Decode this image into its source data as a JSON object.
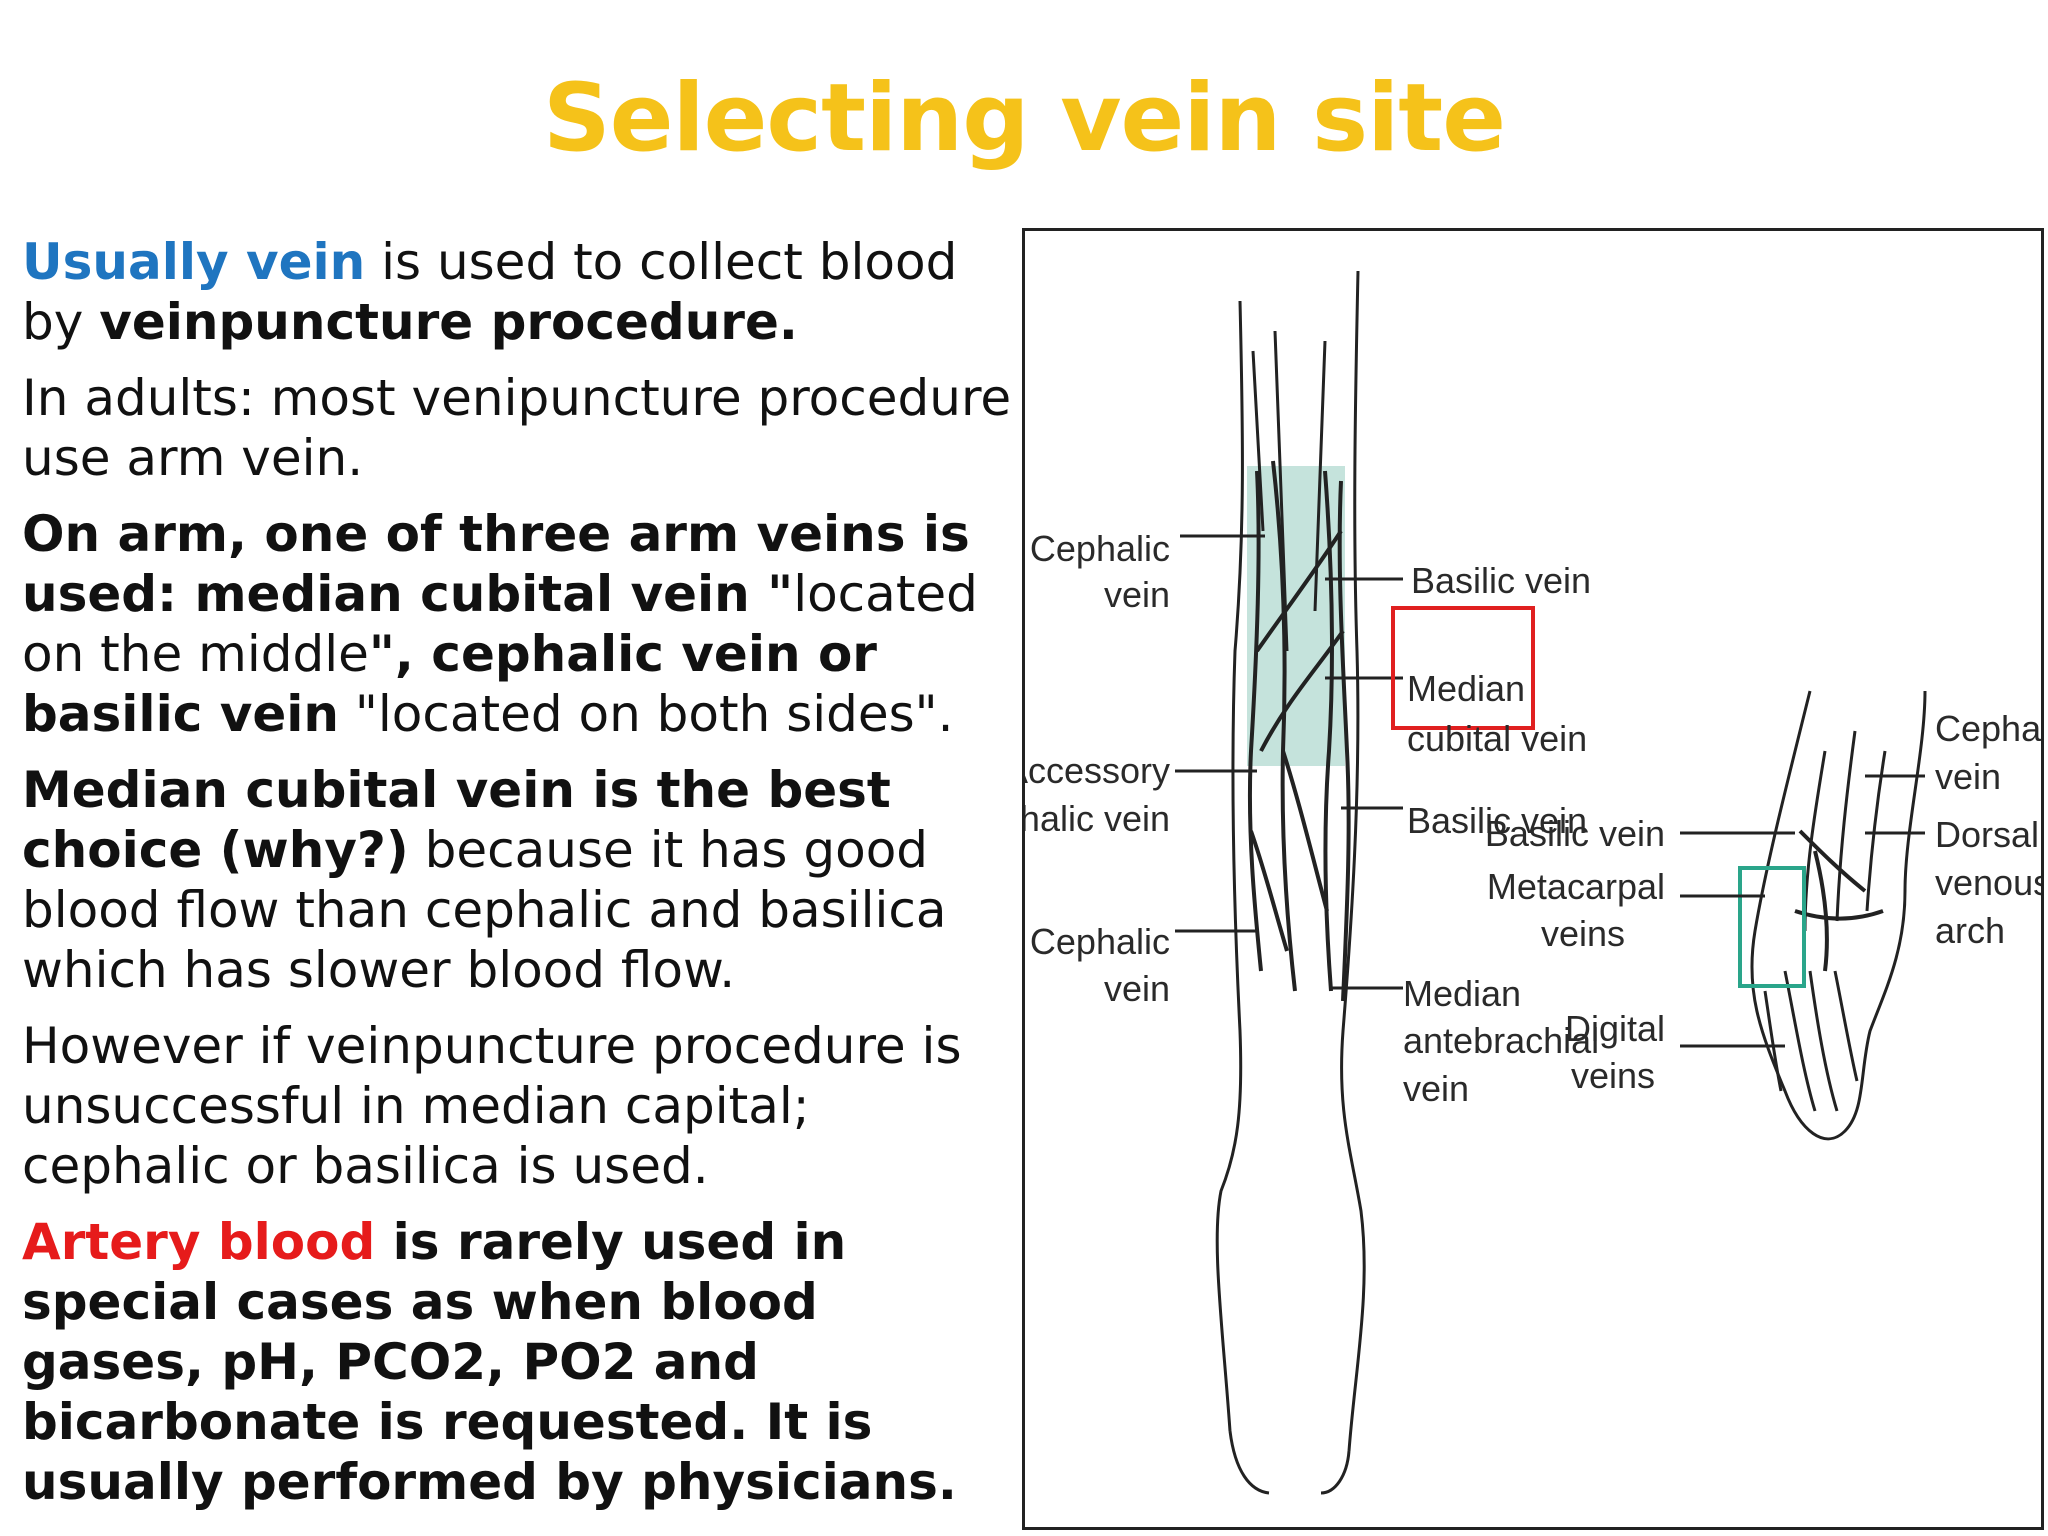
{
  "slide": {
    "title": "Selecting vein site",
    "p1": {
      "highlight": "Usually vein",
      "text1": " is used to collect blood by ",
      "bold1": "veinpuncture procedure."
    },
    "p2": {
      "text": "In adults: most venipuncture procedure use arm vein."
    },
    "p3": {
      "bold1": "On arm, one of three arm veins is used: median cubital vein \"",
      "text1": "located on the middle",
      "bold2": "\", cephalic vein or basilic vein",
      "text2": " \"located on both sides\"."
    },
    "p4": {
      "bold1": "Median cubital vein is the best choice (why?)",
      "text1": " because it has good blood flow than cephalic and basilica which has slower blood flow."
    },
    "p5": {
      "text": "However if veinpuncture procedure is unsuccessful in median capital; cephalic or basilica is used."
    },
    "p6": {
      "highlight": "Artery blood",
      "bold1": " is rarely used in special cases as when blood gases, pH, PCO2, PO2 and bicarbonate is requested. It is usually performed by physicians."
    }
  },
  "figure": {
    "colors": {
      "shade": "#c5e3dc",
      "red_box": "#e02020",
      "green_box": "#2aa58a"
    },
    "arm_labels": {
      "cephalic_upper_1": "Cephalic",
      "cephalic_upper_2": "vein",
      "accessory_1": "Accessory",
      "accessory_2": "cephalic vein",
      "cephalic_lower_1": "Cephalic",
      "cephalic_lower_2": "vein",
      "basilic_upper": "Basilic vein",
      "median_cubital_1": "Median",
      "median_cubital_2": "cubital vein",
      "basilic_lower": "Basilic vein",
      "median_ante_1": "Median",
      "median_ante_2": "antebrachial",
      "median_ante_3": "vein"
    },
    "hand_labels": {
      "basilic": "Basilic vein",
      "metacarpal_1": "Metacarpal",
      "metacarpal_2": "veins",
      "digital_1": "Digital",
      "digital_2": "veins",
      "cephalic_1": "Cephalic",
      "cephalic_2": "vein",
      "dorsal_1": "Dorsal",
      "dorsal_2": "venous",
      "dorsal_3": "arch"
    }
  }
}
